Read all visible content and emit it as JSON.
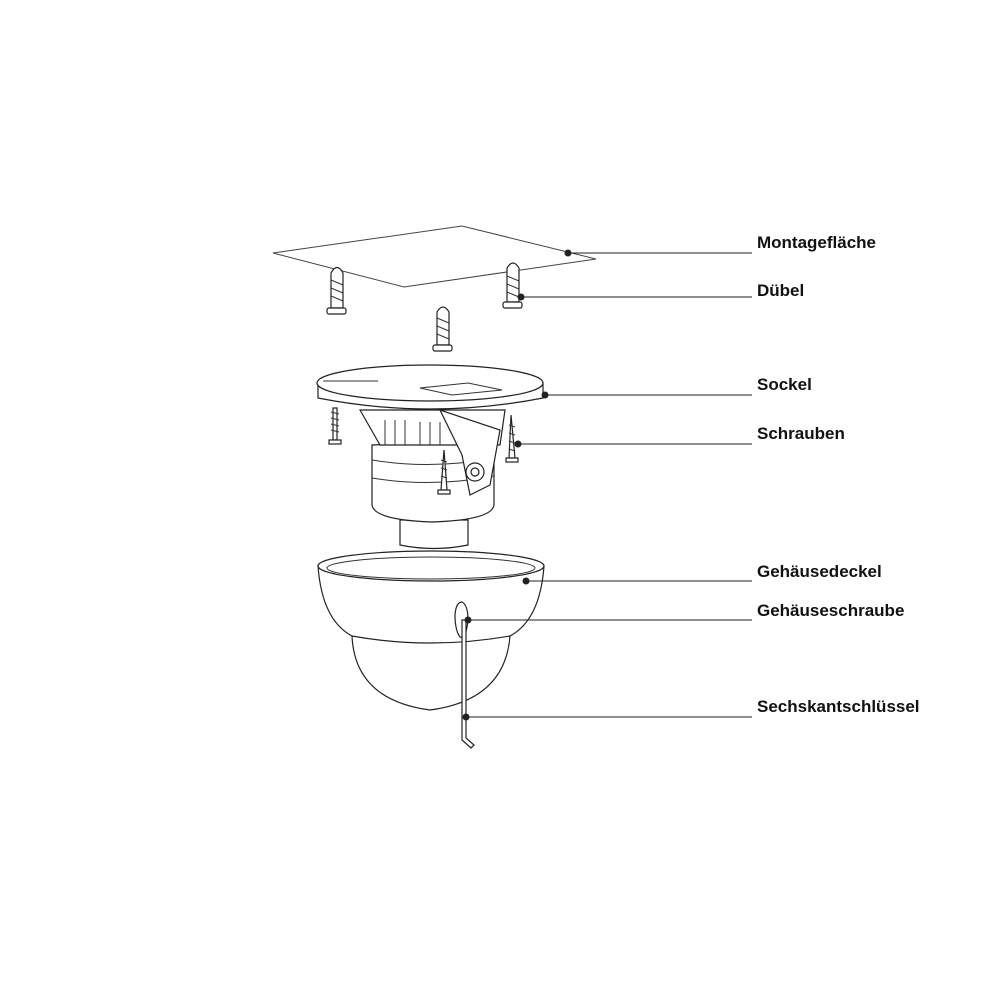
{
  "title": "Dome camera mounting exploded view",
  "labels": {
    "mounting_surface": "Montagefläche",
    "anchors": "Dübel",
    "base": "Sockel",
    "screws": "Schrauben",
    "housing_cover": "Gehäusedeckel",
    "housing_screw": "Gehäuseschraube",
    "hex_key": "Sechskantschlüssel"
  },
  "colors": {
    "line": "#222222",
    "background": "#ffffff"
  }
}
